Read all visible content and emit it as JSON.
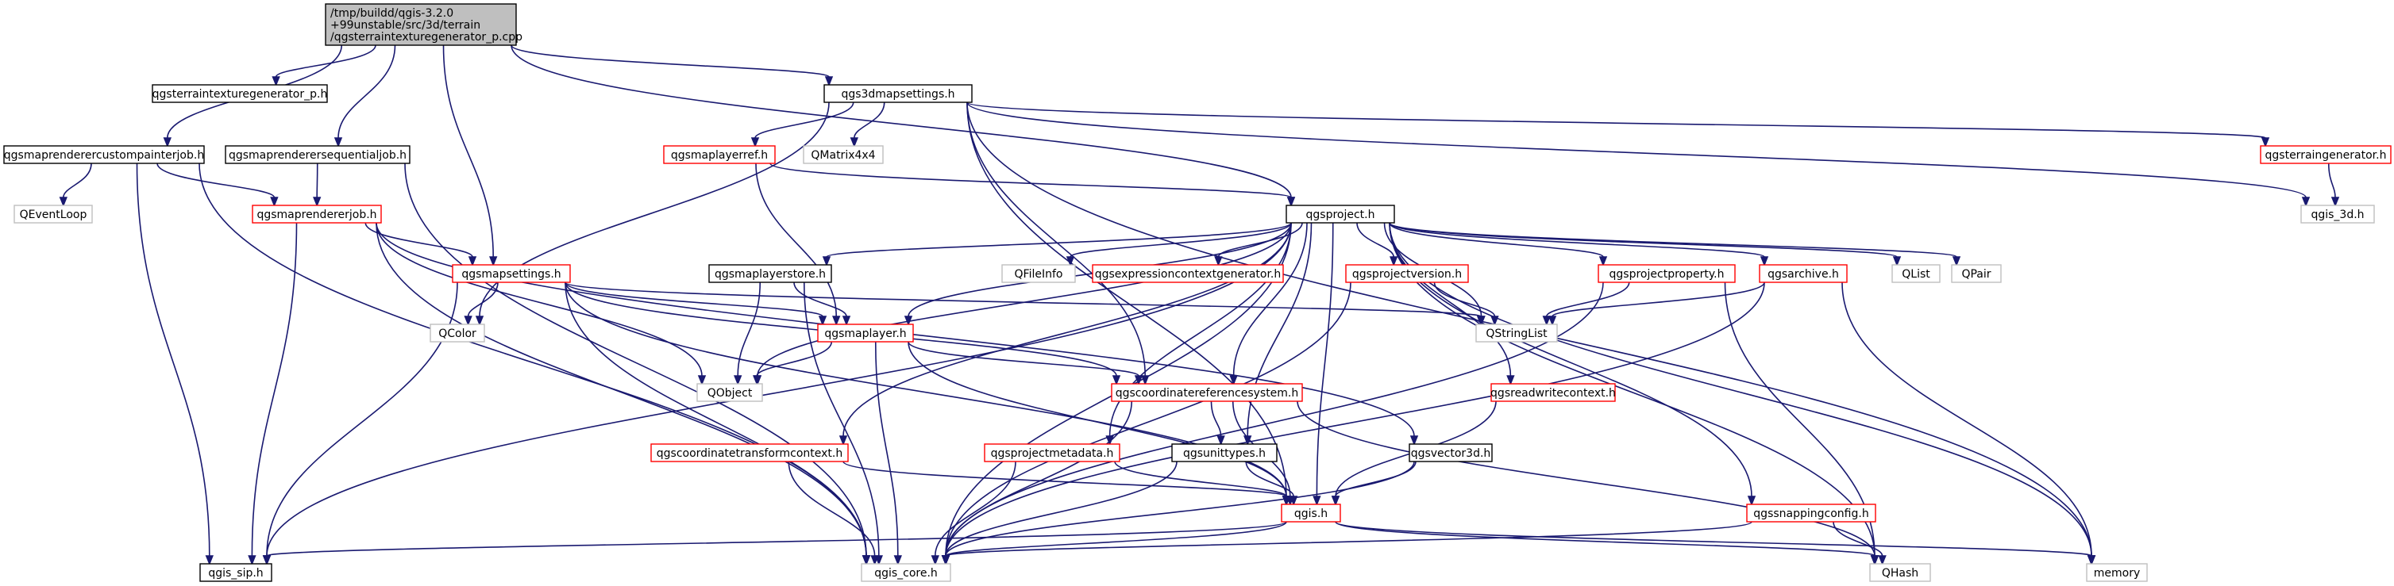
{
  "colors": {
    "edge": "#191970",
    "root_fill": "#bfbfbf",
    "normal_border": "#000000",
    "truncated_border": "#ff0000",
    "external_border": "#bfbfbf",
    "text": "#000000"
  },
  "nodes": [
    {
      "id": "root",
      "label": [
        "/tmp/buildd/qgis-3.2.0",
        "+99unstable/src/3d/terrain",
        "/qgsterraintexturegenerator_p.cpp"
      ],
      "style": "root"
    },
    {
      "id": "texgen",
      "label": [
        "qgsterraintexturegenerator_p.h"
      ],
      "style": "normal"
    },
    {
      "id": "settings3d",
      "label": [
        "qgs3dmapsettings.h"
      ],
      "style": "normal"
    },
    {
      "id": "custompainter",
      "label": [
        "qgsmaprenderercustompainterjob.h"
      ],
      "style": "normal"
    },
    {
      "id": "sequential",
      "label": [
        "qgsmaprenderersequentialjob.h"
      ],
      "style": "normal"
    },
    {
      "id": "layerref",
      "label": [
        "qgsmaplayerref.h"
      ],
      "style": "truncated"
    },
    {
      "id": "qmatrix",
      "label": [
        "QMatrix4x4"
      ],
      "style": "external"
    },
    {
      "id": "terraingen",
      "label": [
        "qgsterraingenerator.h"
      ],
      "style": "truncated"
    },
    {
      "id": "qeventloop",
      "label": [
        "QEventLoop"
      ],
      "style": "external"
    },
    {
      "id": "rendererjob",
      "label": [
        "qgsmaprendererjob.h"
      ],
      "style": "truncated"
    },
    {
      "id": "project",
      "label": [
        "qgsproject.h"
      ],
      "style": "normal"
    },
    {
      "id": "qgis3d",
      "label": [
        "qgis_3d.h"
      ],
      "style": "external"
    },
    {
      "id": "mapsettings",
      "label": [
        "qgsmapsettings.h"
      ],
      "style": "truncated"
    },
    {
      "id": "layerstore",
      "label": [
        "qgsmaplayerstore.h"
      ],
      "style": "normal"
    },
    {
      "id": "qfileinfo",
      "label": [
        "QFileInfo"
      ],
      "style": "external"
    },
    {
      "id": "exprctxgen",
      "label": [
        "qgsexpressioncontextgenerator.h"
      ],
      "style": "truncated"
    },
    {
      "id": "projversion",
      "label": [
        "qgsprojectversion.h"
      ],
      "style": "truncated"
    },
    {
      "id": "projproperty",
      "label": [
        "qgsprojectproperty.h"
      ],
      "style": "truncated"
    },
    {
      "id": "archive",
      "label": [
        "qgsarchive.h"
      ],
      "style": "truncated"
    },
    {
      "id": "qlist",
      "label": [
        "QList"
      ],
      "style": "external"
    },
    {
      "id": "qpair",
      "label": [
        "QPair"
      ],
      "style": "external"
    },
    {
      "id": "qcolor",
      "label": [
        "QColor"
      ],
      "style": "external"
    },
    {
      "id": "maplayer",
      "label": [
        "qgsmaplayer.h"
      ],
      "style": "truncated"
    },
    {
      "id": "qstringlist",
      "label": [
        "QStringList"
      ],
      "style": "external"
    },
    {
      "id": "qobject",
      "label": [
        "QObject"
      ],
      "style": "external"
    },
    {
      "id": "crs",
      "label": [
        "qgscoordinatereferencesystem.h"
      ],
      "style": "truncated"
    },
    {
      "id": "rwcontext",
      "label": [
        "qgsreadwritecontext.h"
      ],
      "style": "truncated"
    },
    {
      "id": "transformctx",
      "label": [
        "qgscoordinatetransformcontext.h"
      ],
      "style": "truncated"
    },
    {
      "id": "projmeta",
      "label": [
        "qgsprojectmetadata.h"
      ],
      "style": "truncated"
    },
    {
      "id": "unittypes",
      "label": [
        "qgsunittypes.h"
      ],
      "style": "normal"
    },
    {
      "id": "vector3d",
      "label": [
        "qgsvector3d.h"
      ],
      "style": "normal"
    },
    {
      "id": "qgish",
      "label": [
        "qgis.h"
      ],
      "style": "truncated"
    },
    {
      "id": "snapping",
      "label": [
        "qgssnappingconfig.h"
      ],
      "style": "truncated"
    },
    {
      "id": "qgissip",
      "label": [
        "qgis_sip.h"
      ],
      "style": "normal"
    },
    {
      "id": "qgiscore",
      "label": [
        "qgis_core.h"
      ],
      "style": "external"
    },
    {
      "id": "qhash",
      "label": [
        "QHash"
      ],
      "style": "external"
    },
    {
      "id": "memory",
      "label": [
        "memory"
      ],
      "style": "external"
    }
  ],
  "edges": [
    [
      "root",
      "texgen"
    ],
    [
      "root",
      "settings3d"
    ],
    [
      "root",
      "custompainter"
    ],
    [
      "root",
      "sequential"
    ],
    [
      "root",
      "mapsettings"
    ],
    [
      "root",
      "project"
    ],
    [
      "settings3d",
      "layerref"
    ],
    [
      "settings3d",
      "qmatrix"
    ],
    [
      "settings3d",
      "terraingen"
    ],
    [
      "settings3d",
      "qgis3d"
    ],
    [
      "settings3d",
      "qcolor"
    ],
    [
      "settings3d",
      "crs"
    ],
    [
      "settings3d",
      "qgish"
    ],
    [
      "settings3d",
      "memory"
    ],
    [
      "custompainter",
      "qeventloop"
    ],
    [
      "custompainter",
      "rendererjob"
    ],
    [
      "custompainter",
      "qgissip"
    ],
    [
      "custompainter",
      "qgiscore"
    ],
    [
      "sequential",
      "rendererjob"
    ],
    [
      "sequential",
      "qgiscore"
    ],
    [
      "layerref",
      "project"
    ],
    [
      "layerref",
      "maplayer"
    ],
    [
      "terraingen",
      "qgis3d"
    ],
    [
      "rendererjob",
      "mapsettings"
    ],
    [
      "rendererjob",
      "qgissip"
    ],
    [
      "rendererjob",
      "qgiscore"
    ],
    [
      "rendererjob",
      "qobject"
    ],
    [
      "rendererjob",
      "vector3d"
    ],
    [
      "project",
      "layerstore"
    ],
    [
      "project",
      "qfileinfo"
    ],
    [
      "project",
      "exprctxgen"
    ],
    [
      "project",
      "projversion"
    ],
    [
      "project",
      "projproperty"
    ],
    [
      "project",
      "archive"
    ],
    [
      "project",
      "qlist"
    ],
    [
      "project",
      "qpair"
    ],
    [
      "project",
      "qhash"
    ],
    [
      "project",
      "memory"
    ],
    [
      "project",
      "maplayer"
    ],
    [
      "project",
      "qstringlist"
    ],
    [
      "project",
      "qobject"
    ],
    [
      "project",
      "crs"
    ],
    [
      "project",
      "rwcontext"
    ],
    [
      "project",
      "transformctx"
    ],
    [
      "project",
      "projmeta"
    ],
    [
      "project",
      "unittypes"
    ],
    [
      "project",
      "qgish"
    ],
    [
      "project",
      "snapping"
    ],
    [
      "project",
      "qgissip"
    ],
    [
      "project",
      "qgiscore"
    ],
    [
      "mapsettings",
      "qcolor"
    ],
    [
      "mapsettings",
      "maplayer"
    ],
    [
      "mapsettings",
      "crs"
    ],
    [
      "mapsettings",
      "qstringlist"
    ],
    [
      "mapsettings",
      "qgish"
    ],
    [
      "mapsettings",
      "qgissip"
    ],
    [
      "mapsettings",
      "qgiscore"
    ],
    [
      "layerstore",
      "maplayer"
    ],
    [
      "layerstore",
      "qobject"
    ],
    [
      "layerstore",
      "qgiscore"
    ],
    [
      "projversion",
      "qstringlist"
    ],
    [
      "projversion",
      "qgiscore"
    ],
    [
      "projproperty",
      "qstringlist"
    ],
    [
      "projproperty",
      "qhash"
    ],
    [
      "projproperty",
      "qgiscore"
    ],
    [
      "archive",
      "qstringlist"
    ],
    [
      "archive",
      "memory"
    ],
    [
      "archive",
      "qgiscore"
    ],
    [
      "maplayer",
      "qobject"
    ],
    [
      "maplayer",
      "crs"
    ],
    [
      "maplayer",
      "qgish"
    ],
    [
      "maplayer",
      "qgiscore"
    ],
    [
      "crs",
      "unittypes"
    ],
    [
      "crs",
      "qgish"
    ],
    [
      "crs",
      "qhash"
    ],
    [
      "crs",
      "qgiscore"
    ],
    [
      "rwcontext",
      "qgish"
    ],
    [
      "transformctx",
      "qgish"
    ],
    [
      "transformctx",
      "qgiscore"
    ],
    [
      "projmeta",
      "qgish"
    ],
    [
      "projmeta",
      "qgiscore"
    ],
    [
      "unittypes",
      "qgish"
    ],
    [
      "unittypes",
      "qgiscore"
    ],
    [
      "vector3d",
      "qgish"
    ],
    [
      "vector3d",
      "qgiscore"
    ],
    [
      "qgish",
      "qgissip"
    ],
    [
      "qgish",
      "qgiscore"
    ],
    [
      "qgish",
      "qhash"
    ],
    [
      "qgish",
      "memory"
    ],
    [
      "snapping",
      "qhash"
    ],
    [
      "snapping",
      "qgiscore"
    ]
  ]
}
